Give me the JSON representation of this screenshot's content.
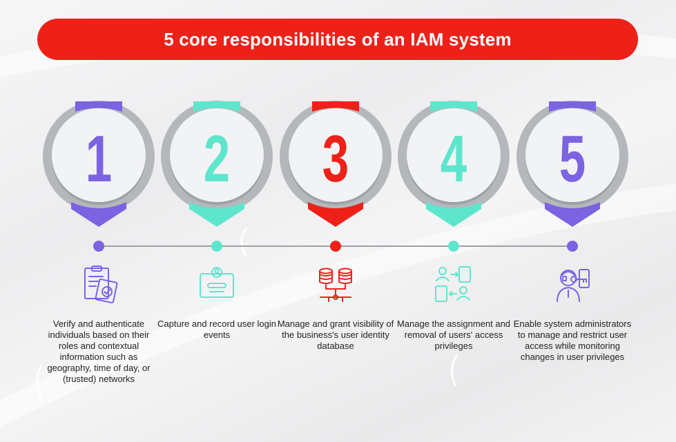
{
  "title": "5 core responsibilities of an IAM system",
  "colors": {
    "red": "#ee2119",
    "purple": "#7b63e2",
    "teal": "#5ee6cd",
    "ring": "#b4b8bc",
    "timeline": "#9aa0a6"
  },
  "steps": [
    {
      "number": "1",
      "color": "#7b63e2",
      "icon": "clipboard-checklist-icon",
      "description": "Verify and authenticate individuals based on their roles and contextual information such as geography, time of day, or (trusted) networks"
    },
    {
      "number": "2",
      "color": "#5ee6cd",
      "icon": "id-card-icon",
      "description": "Capture and record user login events"
    },
    {
      "number": "3",
      "color": "#ee2119",
      "icon": "database-network-icon",
      "description": "Manage and grant visibility of the business's user identity database"
    },
    {
      "number": "4",
      "color": "#5ee6cd",
      "icon": "user-exchange-icon",
      "description": "Manage the assignment and removal of users' access privileges"
    },
    {
      "number": "5",
      "color": "#7b63e2",
      "icon": "admin-key-icon",
      "description": "Enable system administrators to manage and restrict user access while monitoring changes in user privileges"
    }
  ]
}
